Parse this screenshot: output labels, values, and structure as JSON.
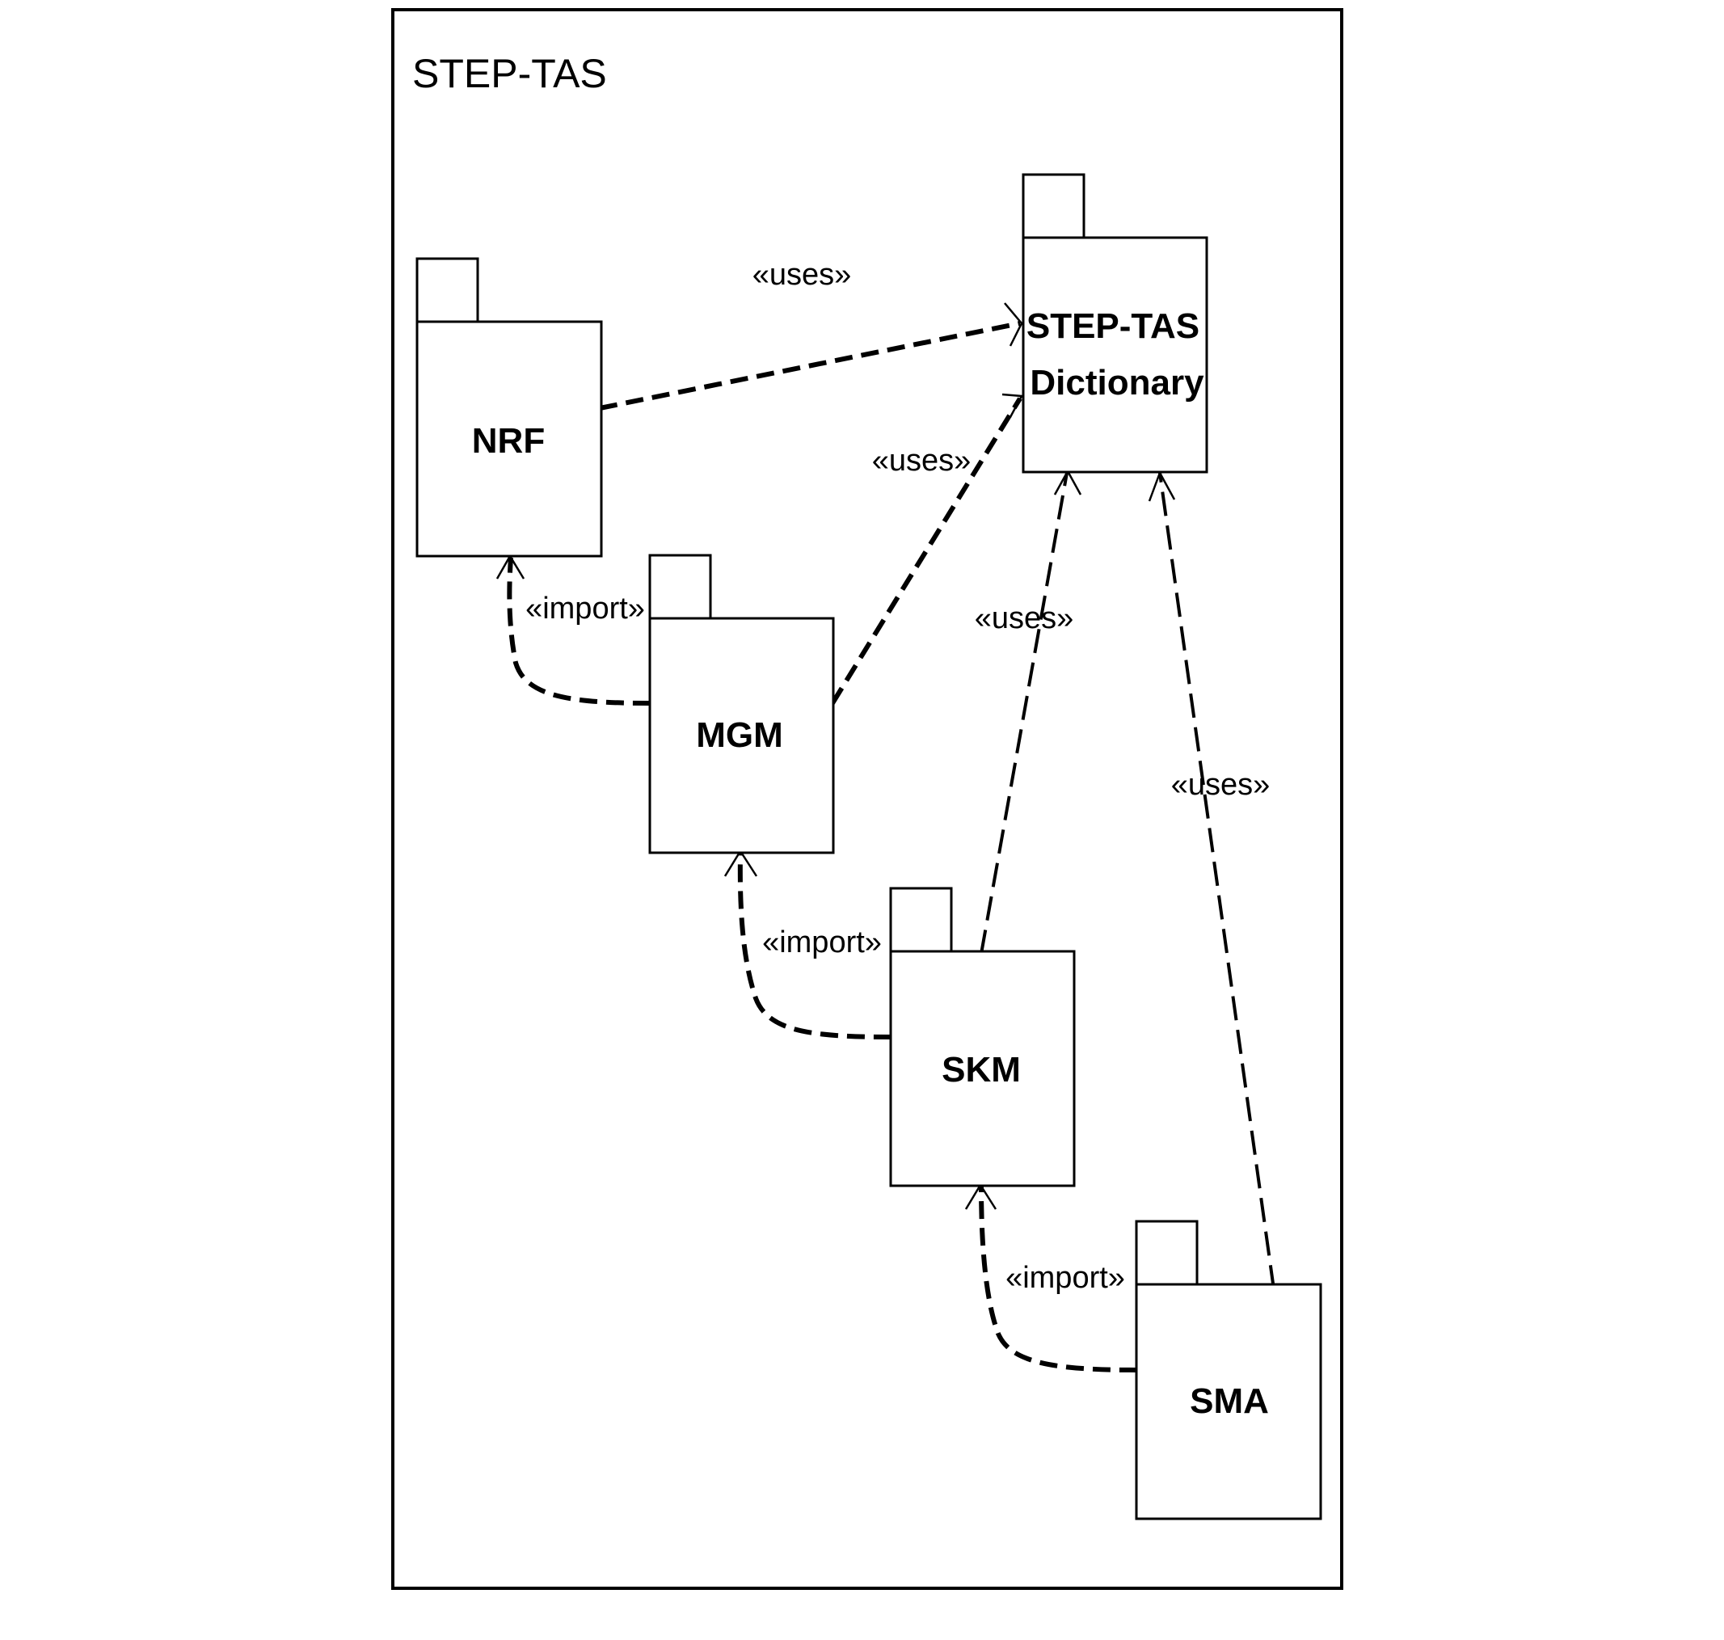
{
  "frame": {
    "title": "STEP-TAS"
  },
  "packages": {
    "dictionary": {
      "line1": "STEP-TAS",
      "line2": "Dictionary"
    },
    "nrf": {
      "label": "NRF"
    },
    "mgm": {
      "label": "MGM"
    },
    "skm": {
      "label": "SKM"
    },
    "sma": {
      "label": "SMA"
    }
  },
  "dependencies": {
    "nrf_uses_dictionary": "«uses»",
    "mgm_uses_dictionary": "«uses»",
    "skm_uses_dictionary": "«uses»",
    "sma_uses_dictionary": "«uses»",
    "mgm_import_nrf": "«import»",
    "skm_import_mgm": "«import»",
    "sma_import_skm": "«import»"
  }
}
